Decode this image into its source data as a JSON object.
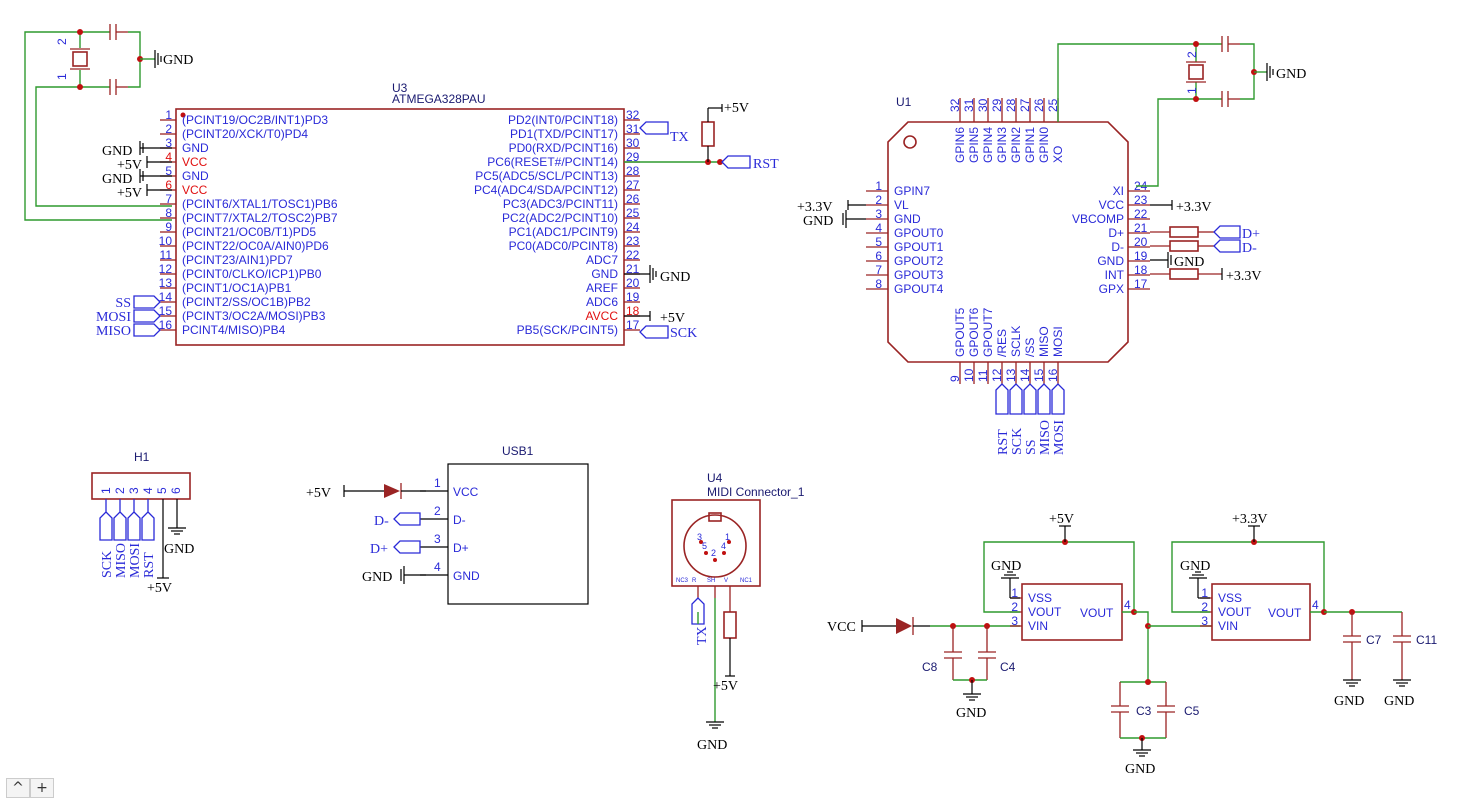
{
  "symbols": {
    "u3": {
      "ref": "U3",
      "value": "ATMEGA328PAU",
      "left_pins": [
        {
          "num": "1",
          "name": "(PCINT19/OC2B/INT1)PD3",
          "net": ""
        },
        {
          "num": "2",
          "name": "(PCINT20/XCK/T0)PD4",
          "net": ""
        },
        {
          "num": "3",
          "name": "GND",
          "net": "GND"
        },
        {
          "num": "4",
          "name": "VCC",
          "net": "+5V"
        },
        {
          "num": "5",
          "name": "GND",
          "net": "GND"
        },
        {
          "num": "6",
          "name": "VCC",
          "net": "+5V"
        },
        {
          "num": "7",
          "name": "(PCINT6/XTAL1/TOSC1)PB6",
          "net": ""
        },
        {
          "num": "8",
          "name": "(PCINT7/XTAL2/TOSC2)PB7",
          "net": ""
        },
        {
          "num": "9",
          "name": "(PCINT21/OC0B/T1)PD5",
          "net": ""
        },
        {
          "num": "10",
          "name": "(PCINT22/OC0A/AIN0)PD6",
          "net": ""
        },
        {
          "num": "11",
          "name": "(PCINT23/AIN1)PD7",
          "net": ""
        },
        {
          "num": "12",
          "name": "(PCINT0/CLKO/ICP1)PB0",
          "net": ""
        },
        {
          "num": "13",
          "name": "(PCINT1/OC1A)PB1",
          "net": ""
        },
        {
          "num": "14",
          "name": "(PCINT2/SS/OC1B)PB2",
          "net": "SS"
        },
        {
          "num": "15",
          "name": "(PCINT3/OC2A/MOSI)PB3",
          "net": "MOSI"
        },
        {
          "num": "16",
          "name": "PCINT4/MISO)PB4",
          "net": "MISO"
        }
      ],
      "right_pins": [
        {
          "num": "32",
          "name": "PD2(INT0/PCINT18)"
        },
        {
          "num": "31",
          "name": "PD1(TXD/PCINT17)"
        },
        {
          "num": "30",
          "name": "PD0(RXD/PCINT16)"
        },
        {
          "num": "29",
          "name": "PC6(RESET#/PCINT14)"
        },
        {
          "num": "28",
          "name": "PC5(ADC5/SCL/PCINT13)"
        },
        {
          "num": "27",
          "name": "PC4(ADC4/SDA/PCINT12)"
        },
        {
          "num": "26",
          "name": "PC3(ADC3/PCINT11)"
        },
        {
          "num": "25",
          "name": "PC2(ADC2/PCINT10)"
        },
        {
          "num": "24",
          "name": "PC1(ADC1/PCINT9)"
        },
        {
          "num": "23",
          "name": "PC0(ADC0/PCINT8)"
        },
        {
          "num": "22",
          "name": "ADC7"
        },
        {
          "num": "21",
          "name": "GND"
        },
        {
          "num": "20",
          "name": "AREF"
        },
        {
          "num": "19",
          "name": "ADC6"
        },
        {
          "num": "18",
          "name": "AVCC"
        },
        {
          "num": "17",
          "name": "PB5(SCK/PCINT5)"
        }
      ],
      "nets": {
        "tx": "TX",
        "rst": "RST",
        "sck": "SCK",
        "p5v": "+5V",
        "gnd": "GND"
      }
    },
    "u1": {
      "ref": "U1",
      "left_pins": [
        {
          "num": "1",
          "name": "GPIN7"
        },
        {
          "num": "2",
          "name": "VL"
        },
        {
          "num": "3",
          "name": "GND"
        },
        {
          "num": "4",
          "name": "GPOUT0"
        },
        {
          "num": "5",
          "name": "GPOUT1"
        },
        {
          "num": "6",
          "name": "GPOUT2"
        },
        {
          "num": "7",
          "name": "GPOUT3"
        },
        {
          "num": "8",
          "name": "GPOUT4"
        }
      ],
      "right_pins": [
        {
          "num": "24",
          "name": "XI"
        },
        {
          "num": "23",
          "name": "VCC"
        },
        {
          "num": "22",
          "name": "VBCOMP"
        },
        {
          "num": "21",
          "name": "D+"
        },
        {
          "num": "20",
          "name": "D-"
        },
        {
          "num": "19",
          "name": "GND"
        },
        {
          "num": "18",
          "name": "INT"
        },
        {
          "num": "17",
          "name": "GPX"
        }
      ],
      "top_pins": [
        {
          "num": "32",
          "name": "GPIN6"
        },
        {
          "num": "31",
          "name": "GPIN5"
        },
        {
          "num": "30",
          "name": "GPIN4"
        },
        {
          "num": "29",
          "name": "GPIN3"
        },
        {
          "num": "28",
          "name": "GPIN2"
        },
        {
          "num": "27",
          "name": "GPIN1"
        },
        {
          "num": "26",
          "name": "GPIN0"
        },
        {
          "num": "25",
          "name": "XO"
        }
      ],
      "bottom_pins": [
        {
          "num": "9",
          "name": "GPOUT5"
        },
        {
          "num": "10",
          "name": "GPOUT6"
        },
        {
          "num": "11",
          "name": "GPOUT7"
        },
        {
          "num": "12",
          "name": "/RES"
        },
        {
          "num": "13",
          "name": "SCLK"
        },
        {
          "num": "14",
          "name": "/SS"
        },
        {
          "num": "15",
          "name": "MISO"
        },
        {
          "num": "16",
          "name": "MOSI"
        }
      ],
      "bottom_nets": [
        "RST",
        "SCK",
        "SS",
        "MISO",
        "MOSI"
      ],
      "nets": {
        "p33": "+3.3V",
        "gnd": "GND",
        "dp": "D+",
        "dm": "D-"
      }
    },
    "h1": {
      "ref": "H1",
      "pins": [
        "1",
        "2",
        "3",
        "4",
        "5",
        "6"
      ],
      "nets": [
        "SCK",
        "MISO",
        "MOSI",
        "RST"
      ],
      "gnd": "GND",
      "p5v": "+5V"
    },
    "usb1": {
      "ref": "USB1",
      "pins": [
        {
          "num": "1",
          "name": "VCC",
          "net": "+5V"
        },
        {
          "num": "2",
          "name": "D-",
          "net": "D-"
        },
        {
          "num": "3",
          "name": "D+",
          "net": "D+"
        },
        {
          "num": "4",
          "name": "GND",
          "net": "GND"
        }
      ]
    },
    "u4": {
      "ref": "U4",
      "value": "MIDI Connector_1",
      "pins": [
        "3",
        "5",
        "2",
        "4",
        "1"
      ],
      "tiny": [
        "NC3",
        "R",
        "SH",
        "V",
        "NC1"
      ],
      "nets": {
        "tx": "TX",
        "p5v": "+5V",
        "gnd": "GND"
      }
    },
    "reg5": {
      "pins": [
        {
          "num": "1",
          "name": "VSS"
        },
        {
          "num": "2",
          "name": "VOUT"
        },
        {
          "num": "3",
          "name": "VIN"
        }
      ],
      "out_num": "4",
      "out_name": "VOUT",
      "net_top": "+5V",
      "gnd": "GND"
    },
    "reg33": {
      "pins": [
        {
          "num": "1",
          "name": "VSS"
        },
        {
          "num": "2",
          "name": "VOUT"
        },
        {
          "num": "3",
          "name": "VIN"
        }
      ],
      "out_num": "4",
      "out_name": "VOUT",
      "net_top": "+3.3V",
      "gnd": "GND"
    },
    "supply": {
      "vcc": "VCC",
      "caps": [
        "C8",
        "C4",
        "C3",
        "C5",
        "C7",
        "C11"
      ],
      "gnd": "GND"
    },
    "crystal": {
      "pin1": "1",
      "pin2": "2",
      "gnd": "GND"
    }
  },
  "canvas_controls": {
    "collapse_label": "^",
    "add_label": "+"
  },
  "colors": {
    "wire": "#2f9a2f",
    "component": "#9a2424",
    "pin_text": "#2a2ad8",
    "junction": "#c01010",
    "power_pin": "#e01010"
  }
}
